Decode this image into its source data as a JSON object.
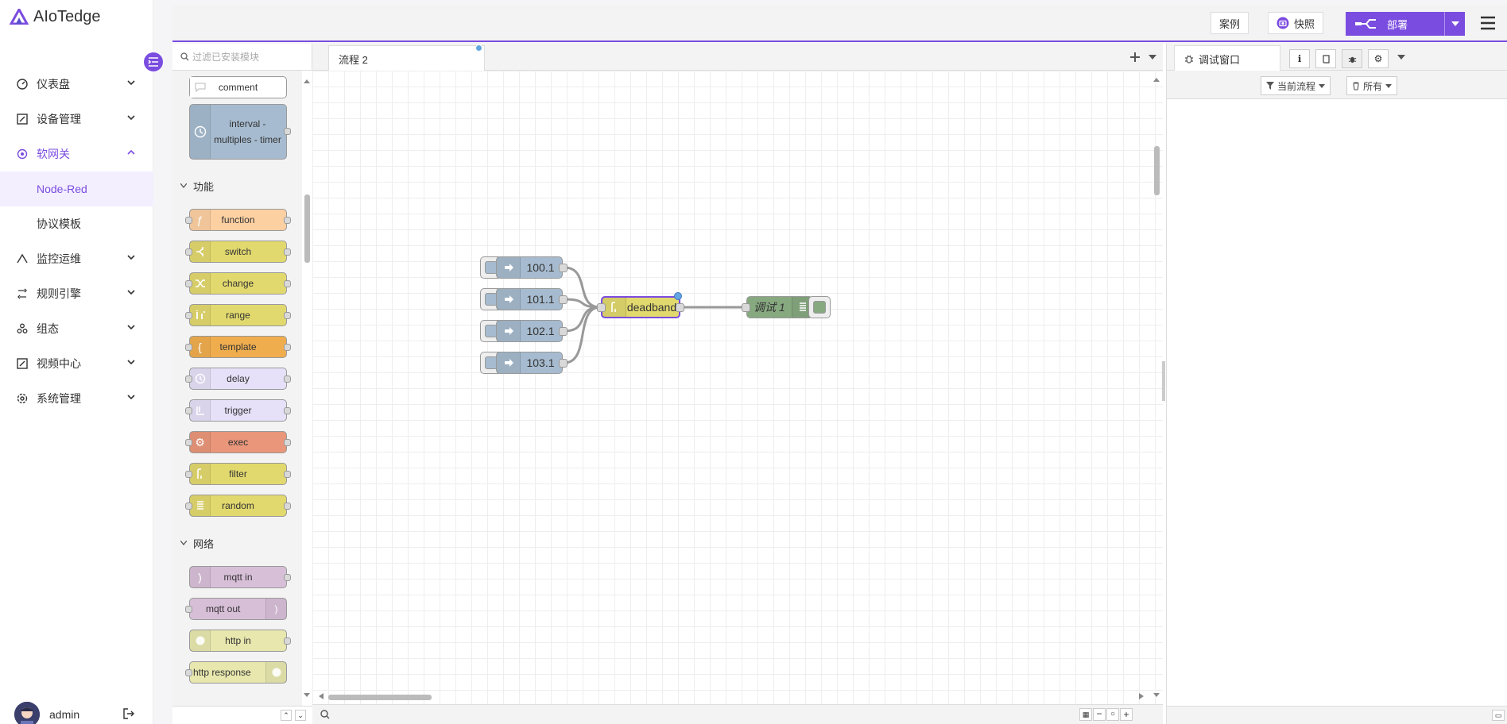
{
  "app": {
    "brand": "AIoTedge",
    "brand_color": "#7b4ce0"
  },
  "sidebar": {
    "items": [
      {
        "label": "仪表盘",
        "icon": "dashboard-icon"
      },
      {
        "label": "设备管理",
        "icon": "device-icon"
      },
      {
        "label": "软网关",
        "icon": "gateway-icon",
        "open": true
      },
      {
        "label": "监控运维",
        "icon": "monitor-icon"
      },
      {
        "label": "规则引擎",
        "icon": "rule-icon"
      },
      {
        "label": "组态",
        "icon": "configuration-icon"
      },
      {
        "label": "视频中心",
        "icon": "video-icon"
      },
      {
        "label": "系统管理",
        "icon": "system-icon"
      }
    ],
    "subitems": [
      {
        "label": "Node-Red",
        "active": true
      },
      {
        "label": "协议模板",
        "active": false
      }
    ],
    "user": {
      "name": "admin"
    }
  },
  "header": {
    "examples_label": "案例",
    "snapshot_label": "快照",
    "deploy_label": "部署"
  },
  "palette": {
    "search_placeholder": "过滤已安装模块",
    "top_nodes": [
      {
        "label": "comment"
      },
      {
        "label": "interval - multiples - timer"
      }
    ],
    "categories": [
      {
        "label": "功能",
        "nodes": [
          "function",
          "switch",
          "change",
          "range",
          "template",
          "delay",
          "trigger",
          "exec",
          "filter",
          "random"
        ]
      },
      {
        "label": "网络",
        "nodes": [
          "mqtt in",
          "mqtt out",
          "http in",
          "http response"
        ]
      }
    ]
  },
  "flow": {
    "tab_label": "流程 2",
    "inject_nodes": [
      "100.1",
      "101.1",
      "102.1",
      "103.1"
    ],
    "filter_node": "deadband",
    "debug_node": "调试 1"
  },
  "debug_panel": {
    "tab_label": "调试窗口",
    "filter_current": "当前流程",
    "filter_all": "所有"
  },
  "colors": {
    "inject": "#a6bbcf",
    "function": "#fdd0a2",
    "switch": "#e2d96e",
    "template": "#f0ad4e",
    "delay": "#e6e0f8",
    "exec": "#e9967a",
    "mqtt": "#d8bfd8",
    "http": "#e7e7ae",
    "debug": "#87a980",
    "accent": "#7b4ce0"
  }
}
